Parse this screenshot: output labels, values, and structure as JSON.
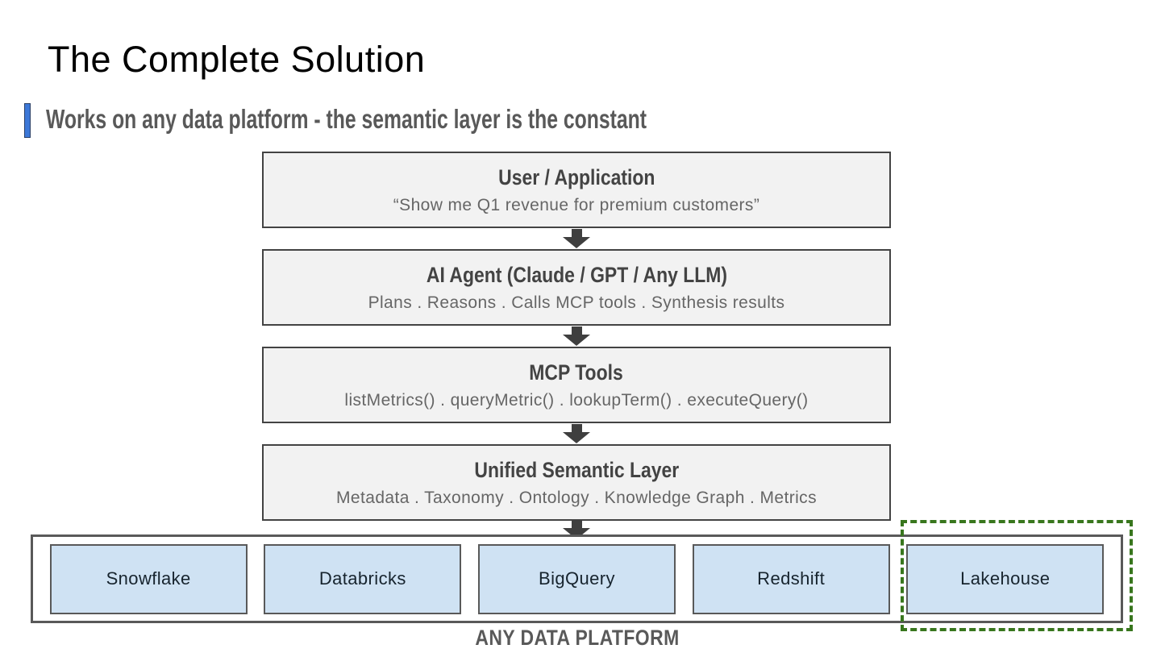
{
  "slide": {
    "title": "The Complete Solution",
    "subtitle": "Works on any data platform - the semantic layer is the constant"
  },
  "flow_boxes": [
    {
      "heading": "User / Application",
      "detail": "“Show me Q1 revenue for premium customers”"
    },
    {
      "heading": "AI Agent (Claude / GPT / Any LLM)",
      "detail": "Plans . Reasons . Calls MCP tools . Synthesis results"
    },
    {
      "heading": "MCP Tools",
      "detail": "listMetrics() . queryMetric() . lookupTerm() . executeQuery()"
    },
    {
      "heading": "Unified Semantic Layer",
      "detail": "Metadata . Taxonomy . Ontology . Knowledge Graph . Metrics"
    }
  ],
  "platforms": {
    "items": [
      "Snowflake",
      "Databricks",
      "BigQuery",
      "Redshift",
      "Lakehouse"
    ],
    "highlighted_item": "Lakehouse",
    "caption": "ANY DATA PLATFORM"
  },
  "icons": {
    "flow_connector": "down-arrow-icon"
  },
  "colors": {
    "accent_blue": "#3c78d8",
    "flow_box_fill": "#f2f2f2",
    "flow_box_border": "#434343",
    "heading_text": "#434343",
    "detail_text": "#666666",
    "arrow": "#3f3f3f",
    "platform_box_fill": "#cfe2f3",
    "platform_border": "#595959",
    "highlight_green": "#38761d"
  }
}
